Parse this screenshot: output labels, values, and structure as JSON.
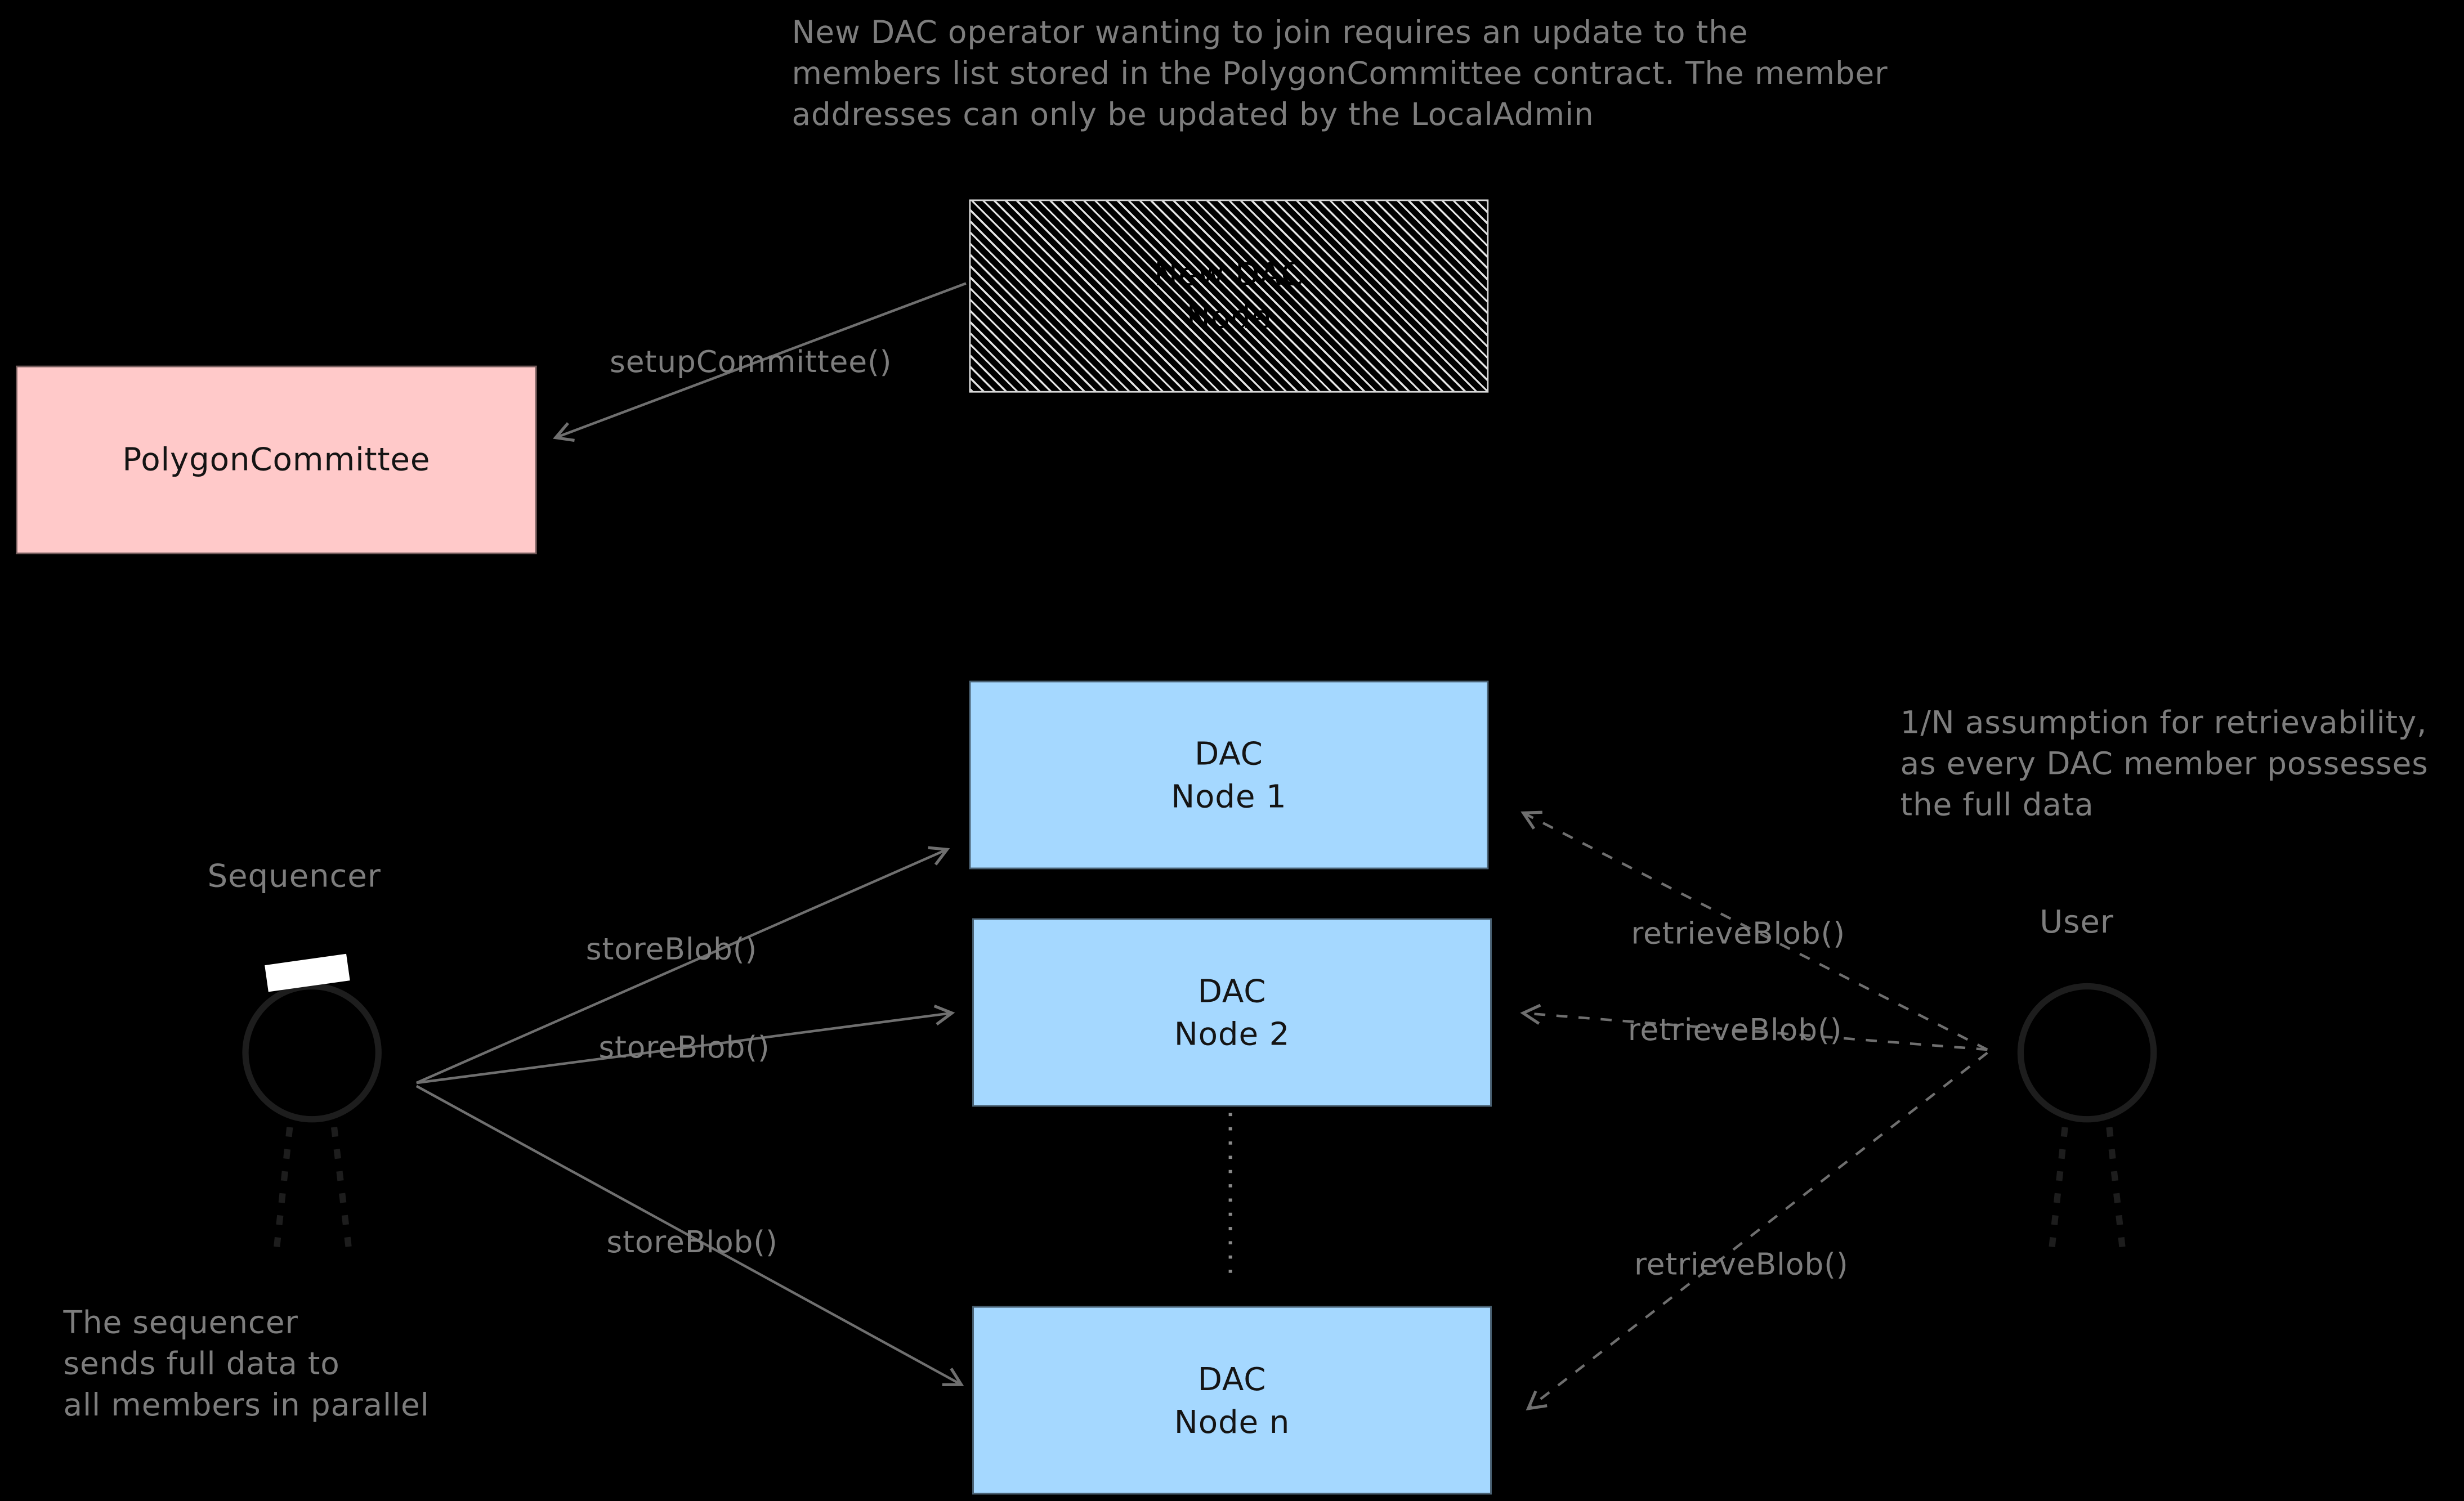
{
  "canvas": {
    "background": "#000000"
  },
  "annotations": {
    "top_note": {
      "lines": [
        "New DAC operator wanting to join requires an update to the",
        "members list stored in the PolygonCommittee contract. The member",
        "addresses can only be updated by the LocalAdmin"
      ]
    },
    "right_note": {
      "lines": [
        "1/N assumption for retrievability,",
        "as every DAC member possesses",
        "the full data"
      ]
    },
    "bottom_left_note": {
      "lines": [
        "The sequencer",
        "sends full data to",
        "all members in parallel"
      ]
    }
  },
  "nodes": {
    "new_dac_node": {
      "line1": "New DAC",
      "line2": "Node",
      "style": "hatched"
    },
    "polygon_committee": {
      "label": "PolygonCommittee",
      "fill": "#ffc9c9"
    },
    "dac_node_1": {
      "line1": "DAC",
      "line2": "Node 1",
      "fill": "#a5d8ff"
    },
    "dac_node_2": {
      "line1": "DAC",
      "line2": "Node 2",
      "fill": "#a5d8ff"
    },
    "dac_node_n": {
      "line1": "DAC",
      "line2": "Node n",
      "fill": "#a5d8ff"
    }
  },
  "actors": {
    "sequencer": {
      "label": "Sequencer"
    },
    "user": {
      "label": "User"
    }
  },
  "edges": {
    "setup_committee": {
      "label": "setupCommittee()",
      "style": "solid"
    },
    "store_blob_1": {
      "label": "storeBlob()",
      "style": "solid"
    },
    "store_blob_2": {
      "label": "storeBlob()",
      "style": "solid"
    },
    "store_blob_n": {
      "label": "storeBlob()",
      "style": "solid"
    },
    "retrieve_blob_1": {
      "label": "retrieveBlob()",
      "style": "dashed"
    },
    "retrieve_blob_2": {
      "label": "retrieveBlob()",
      "style": "dashed"
    },
    "retrieve_blob_n": {
      "label": "retrieveBlob()",
      "style": "dashed"
    }
  },
  "colors": {
    "note_text": "#7d7d7d",
    "arrow": "#6f6f6f",
    "box_text": "#141414",
    "pink": "#ffc9c9",
    "blue": "#a5d8ff"
  }
}
